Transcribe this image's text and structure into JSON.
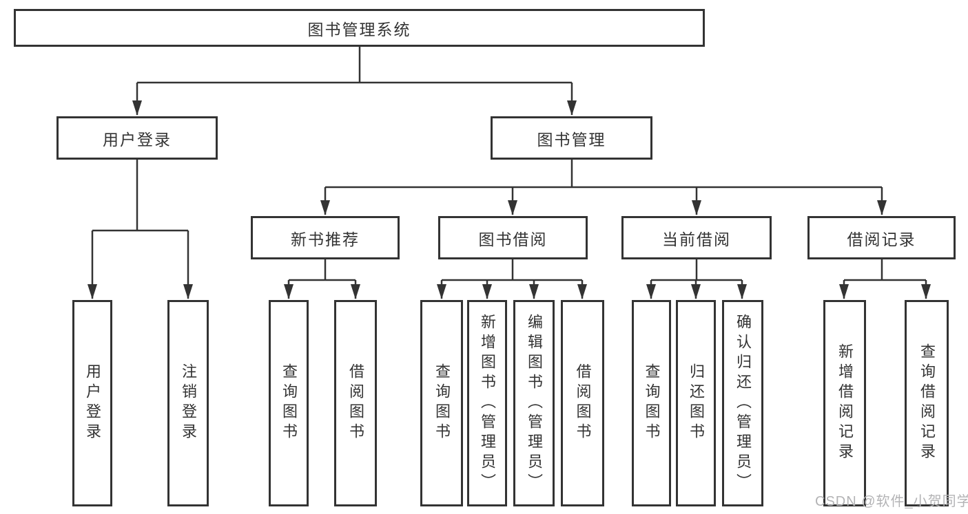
{
  "diagram": {
    "title": "图书管理系统",
    "branches": [
      {
        "label": "用户登录",
        "children": [
          {
            "label": "用户登录"
          },
          {
            "label": "注销登录"
          }
        ]
      },
      {
        "label": "图书管理",
        "children": [
          {
            "label": "新书推荐",
            "children": [
              {
                "label": "查询图书"
              },
              {
                "label": "借阅图书"
              }
            ]
          },
          {
            "label": "图书借阅",
            "children": [
              {
                "label": "查询图书"
              },
              {
                "label": "新增图书（管理员）"
              },
              {
                "label": "编辑图书（管理员）"
              },
              {
                "label": "借阅图书"
              }
            ]
          },
          {
            "label": "当前借阅",
            "children": [
              {
                "label": "查询图书"
              },
              {
                "label": "归还图书"
              },
              {
                "label": "确认归还（管理员）"
              }
            ]
          },
          {
            "label": "借阅记录",
            "children": [
              {
                "label": "新增借阅记录"
              },
              {
                "label": "查询借阅记录"
              }
            ]
          }
        ]
      }
    ]
  },
  "watermark": "CSDN @软件_小贺同学",
  "colors": {
    "line": "#333333",
    "box_border": "#333333",
    "text": "#333333",
    "watermark": "#b3b3b5",
    "background": "#ffffff"
  }
}
